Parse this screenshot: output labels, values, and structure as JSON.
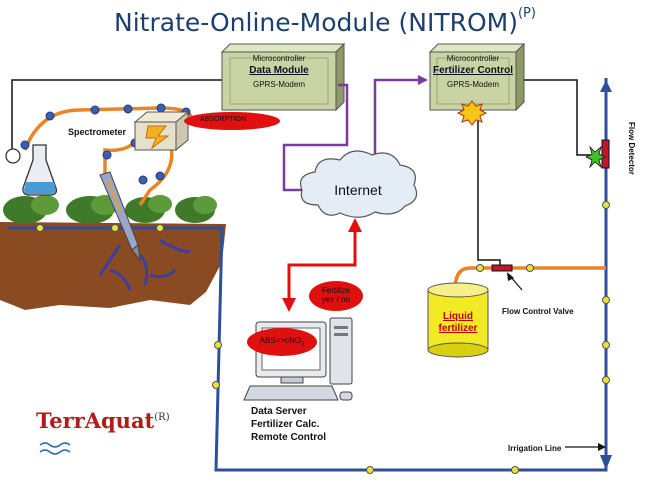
{
  "title": "Nitrate-Online-Module (NITROM)",
  "title_mark": "P",
  "data_module": {
    "top": "Microcontroller",
    "name": "Data Module",
    "sub": "GPRS-Modem"
  },
  "fertilizer_control": {
    "top": "Microcontroller",
    "name": "Fertilizer Control",
    "sub": "GPRS-Modem"
  },
  "spectrometer_label": "Spectrometer",
  "absorption_label": "ABSORPTION",
  "internet_label": "Internet",
  "fertilize_bubble": [
    "Fertilize",
    "yes / no"
  ],
  "abs_bubble": "ABS=>cNO",
  "abs_bubble_sub": "3",
  "server_lines": [
    "Data Server",
    "Fertilizer Calc.",
    "Remote Control"
  ],
  "liquid_label": [
    "Liquid",
    "fertilizer"
  ],
  "flow_control_valve": "Flow Control Valve",
  "flow_detector": "Flow Detector",
  "irrigation_line": "Irrigation Line",
  "logo_text": "TerrAquat",
  "logo_mark": "R",
  "colors": {
    "title": "#1d3f6e",
    "box": "#c9d3a3",
    "pipe": "#e8852a",
    "blue_line": "#2f4f9a",
    "red": "#e01010",
    "purple": "#7a3aa0",
    "soil": "#8a4a22"
  }
}
